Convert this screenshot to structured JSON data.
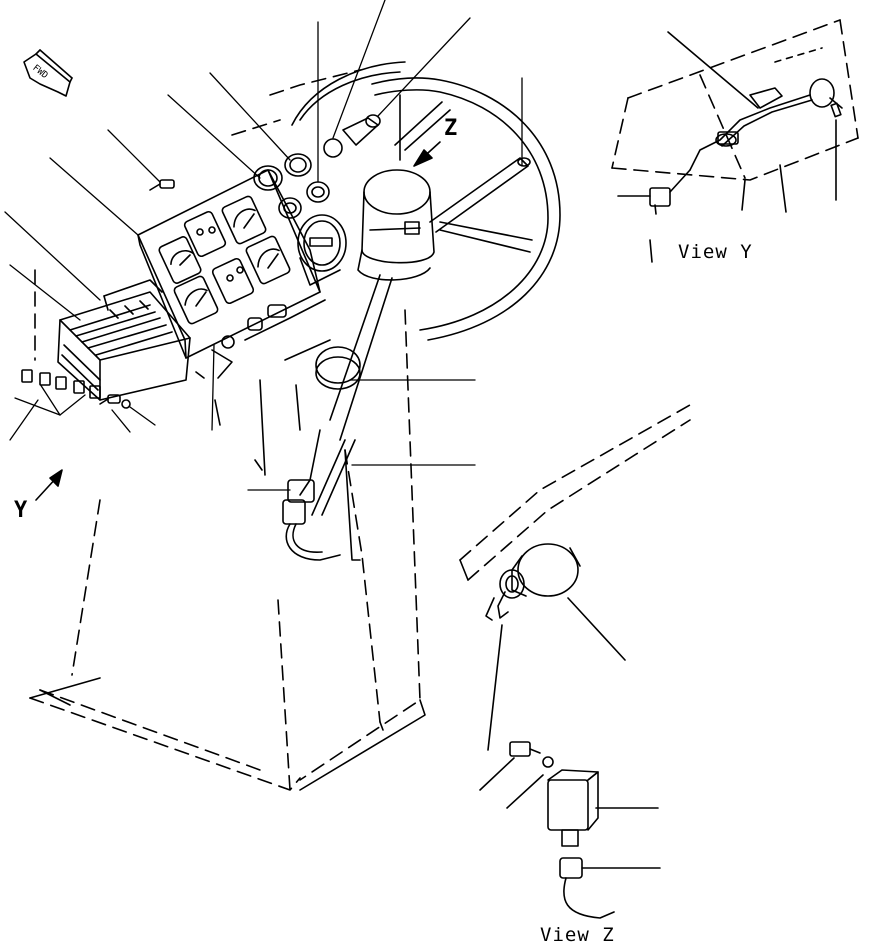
{
  "labels": {
    "view_y": "View  Y",
    "view_z": "View  Z",
    "arrow_z": "Z",
    "arrow_y": "Y",
    "fwd": "FWD"
  },
  "colors": {
    "ink": "#000000",
    "paper": "#ffffff"
  }
}
